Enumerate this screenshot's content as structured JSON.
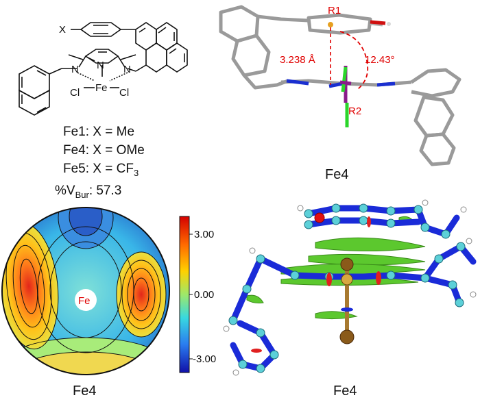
{
  "scheme": {
    "substituent": "X",
    "atoms": {
      "n1": "N",
      "n2": "N",
      "n3": "N",
      "fe": "Fe",
      "cl1": "Cl",
      "cl2": "Cl"
    },
    "compounds": [
      {
        "name": "Fe1",
        "sep": ": X = ",
        "value": "Me",
        "sub": ""
      },
      {
        "name": "Fe4",
        "sep": ": X = ",
        "value": "OMe",
        "sub": ""
      },
      {
        "name": "Fe5",
        "sep": ": X = ",
        "value": "CF",
        "sub": "3"
      }
    ],
    "vbur": {
      "prefix": "%V",
      "sub": "Bur",
      "suffix": ": 57.3"
    }
  },
  "crystal": {
    "ring1_label": "R1",
    "ring2_label": "R2",
    "distance": "3.238 Å",
    "angle": "12.43°",
    "caption": "Fe4",
    "accent_color": "#e00000"
  },
  "steric_map": {
    "center_label": "Fe",
    "colorbar_ticks": [
      "3.00",
      "0.00",
      "-3.00"
    ],
    "caption": "Fe4"
  },
  "nci": {
    "caption": "Fe4"
  }
}
